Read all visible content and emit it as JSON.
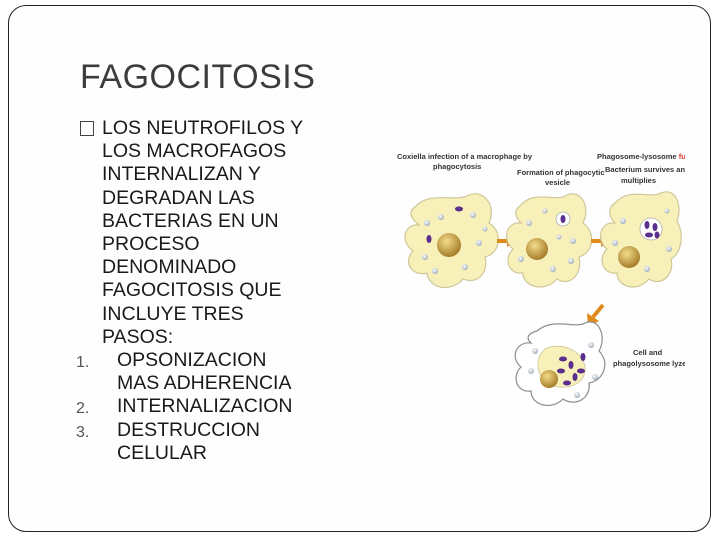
{
  "slide": {
    "title": "FAGOCITOSIS",
    "bullet": {
      "lines": [
        "LOS NEUTROFILOS  Y",
        "LOS MACROFAGOS",
        "INTERNALIZAN Y",
        "DEGRADAN LAS",
        "BACTERIAS EN UN",
        "PROCESO",
        "DENOMINADO",
        "FAGOCITOSIS QUE",
        "INCLUYE TRES",
        "PASOS:"
      ]
    },
    "steps": [
      {
        "num": "1.",
        "lines": [
          "OPSONIZACION",
          "MAS ADHERENCIA"
        ]
      },
      {
        "num": "2.",
        "lines": [
          "INTERNALIZACION"
        ]
      },
      {
        "num": "3.",
        "lines": [
          "DESTRUCCION",
          "CELULAR"
        ]
      }
    ]
  },
  "figure": {
    "captions": {
      "c1_line1": "Coxiella infection of a macrophage by",
      "c1_line2": "phagocytosis",
      "c2_line1": "Formation of phagocytic",
      "c2_line2": "vesicle",
      "c3_line1_a": "Phagosome-lysosome ",
      "c3_line1_b": "fusio",
      "c3_line2": "Bacterium survives and",
      "c3_line3": "multiplies",
      "c4_line1": "Cell and",
      "c4_line2": "phagolysosome lyzes"
    },
    "colors": {
      "cell_fill": "#f7f0b8",
      "nucleus": "#c9a24a",
      "bacteria": "#5b2d8c",
      "arrow": "#e08a1e"
    }
  }
}
